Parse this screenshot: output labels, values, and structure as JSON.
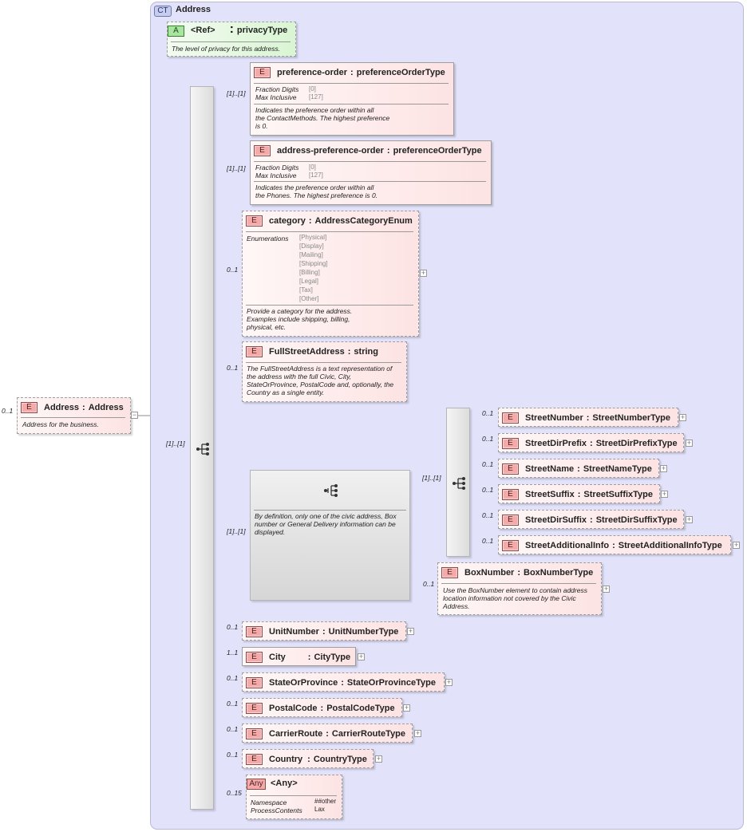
{
  "complex_type": {
    "badge": "CT",
    "title": "Address"
  },
  "root": {
    "badge": "E",
    "card": "0..1",
    "name": "Address",
    "type": "Address",
    "doc": "Address for the business."
  },
  "attribute": {
    "badge": "A",
    "name": "<Ref>",
    "type": "privacyType",
    "doc": "The level of privacy for this address."
  },
  "elements": {
    "preference_order": {
      "badge": "E",
      "card": "[1]..[1]",
      "name": "preference-order",
      "type": "preferenceOrderType",
      "facets": [
        {
          "label": "Fraction Digits",
          "value": "[0]"
        },
        {
          "label": "Max Inclusive",
          "value": "[127]"
        }
      ],
      "doc": [
        "Indicates the preference order within all",
        "the ContactMethods. The highest preference",
        "is 0."
      ]
    },
    "address_preference_order": {
      "badge": "E",
      "card": "[1]..[1]",
      "name": "address-preference-order",
      "type": "preferenceOrderType",
      "facets": [
        {
          "label": "Fraction Digits",
          "value": "[0]"
        },
        {
          "label": "Max Inclusive",
          "value": "[127]"
        }
      ],
      "doc": [
        "Indicates the preference order within all",
        "the Phones. The highest preference is 0."
      ]
    },
    "category": {
      "badge": "E",
      "card": "0..1",
      "name": "category",
      "type": "AddressCategoryEnum",
      "enum_label": "Enumerations",
      "enums": [
        "[Physical]",
        "[Display]",
        "[Mailing]",
        "[Shipping]",
        "[Billing]",
        "[Legal]",
        "[Tax]",
        "[Other]"
      ],
      "doc": [
        "Provide a category for the address.",
        "Examples include shipping, billing,",
        "physical, etc."
      ]
    },
    "full_street_address": {
      "badge": "E",
      "card": "0..1",
      "name": "FullStreetAddress",
      "type": "string",
      "doc": [
        "The FullStreetAddress is a text representation of",
        "the address with the full Civic, City,",
        "StateOrProvince, PostalCode and, optionally, the",
        "Country as a single entity."
      ]
    },
    "choice": {
      "card": "[1]..[1]",
      "doc": [
        "By definition, only one of the civic address, Box",
        "number or General Delivery information can be",
        "displayed."
      ]
    },
    "civic_sequence_card": "[1]..[1]",
    "main_sequence_card": "[1]..[1]",
    "street": [
      {
        "badge": "E",
        "card": "0..1",
        "name": "StreetNumber",
        "type": "StreetNumberType"
      },
      {
        "badge": "E",
        "card": "0..1",
        "name": "StreetDirPrefix",
        "type": "StreetDirPrefixType"
      },
      {
        "badge": "E",
        "card": "0..1",
        "name": "StreetName",
        "type": "StreetNameType"
      },
      {
        "badge": "E",
        "card": "0..1",
        "name": "StreetSuffix",
        "type": "StreetSuffixType"
      },
      {
        "badge": "E",
        "card": "0..1",
        "name": "StreetDirSuffix",
        "type": "StreetDirSuffixType"
      },
      {
        "badge": "E",
        "card": "0..1",
        "name": "StreetAdditionalInfo",
        "type": "StreetAdditionalInfoType"
      }
    ],
    "box_number": {
      "badge": "E",
      "card": "0..1",
      "name": "BoxNumber",
      "type": "BoxNumberType",
      "doc": [
        "Use the BoxNumber element to contain address",
        "location information not covered by the Civic",
        "Address."
      ]
    },
    "tail": [
      {
        "badge": "E",
        "card": "0..1",
        "name": "UnitNumber",
        "type": "UnitNumberType"
      },
      {
        "badge": "E",
        "card": "1..1",
        "name": "City",
        "type": "CityType"
      },
      {
        "badge": "E",
        "card": "0..1",
        "name": "StateOrProvince",
        "type": "StateOrProvinceType"
      },
      {
        "badge": "E",
        "card": "0..1",
        "name": "PostalCode",
        "type": "PostalCodeType"
      },
      {
        "badge": "E",
        "card": "0..1",
        "name": "CarrierRoute",
        "type": "CarrierRouteType"
      },
      {
        "badge": "E",
        "card": "0..1",
        "name": "Country",
        "type": "CountryType"
      }
    ],
    "any": {
      "badge": "Any",
      "card": "0..15",
      "name": "<Any>",
      "props": [
        {
          "label": "Namespace",
          "value": "##other"
        },
        {
          "label": "ProcessContents",
          "value": "Lax"
        }
      ]
    }
  }
}
